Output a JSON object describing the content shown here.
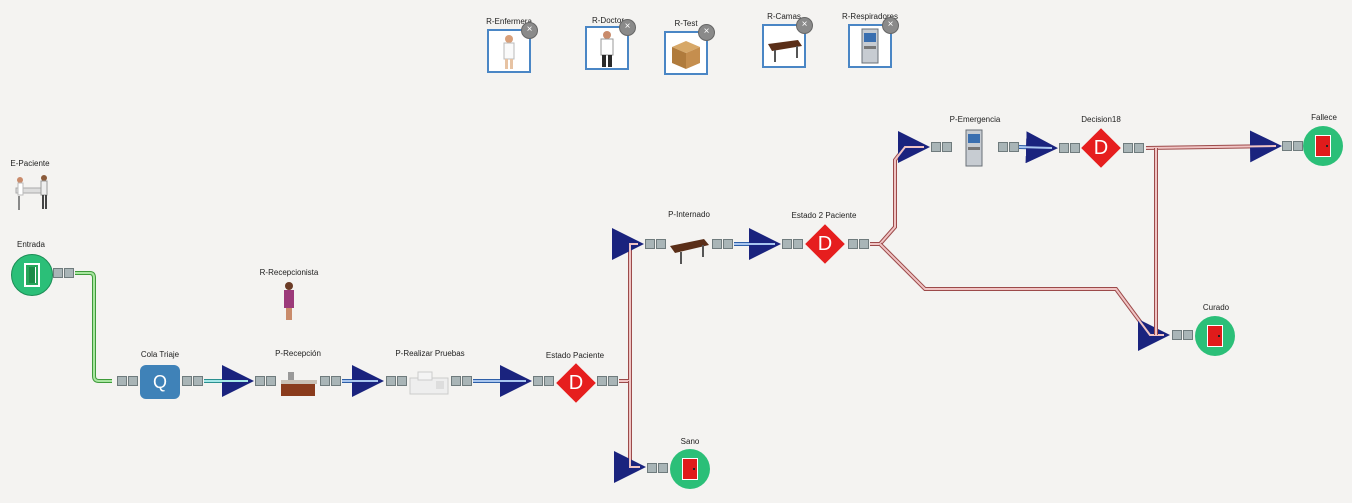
{
  "resources": {
    "enfermera": {
      "label": "R-Enfermera",
      "icon": "nurse-icon"
    },
    "doctor": {
      "label": "R-Doctor",
      "icon": "doctor-icon"
    },
    "test": {
      "label": "R-Test",
      "icon": "box-icon"
    },
    "camas": {
      "label": "R-Camas",
      "icon": "bed-table-icon"
    },
    "respiradores": {
      "label": "R-Respiradores",
      "icon": "ventilator-icon"
    }
  },
  "nodes": {
    "e_paciente": {
      "label": "E-Paciente",
      "icon": "patients-icon"
    },
    "entrada": {
      "label": "Entrada",
      "icon": "door-icon"
    },
    "r_recepcionista": {
      "label": "R-Recepcionista",
      "icon": "receptionist-icon"
    },
    "cola_triaje": {
      "label": "Cola Triaje",
      "letter": "Q"
    },
    "p_recepcion": {
      "label": "P-Recepción",
      "icon": "desk-icon"
    },
    "p_realizar_pruebas": {
      "label": "P-Realizar Pruebas",
      "icon": "lab-icon"
    },
    "estado_paciente": {
      "label": "Estado Paciente",
      "letter": "D"
    },
    "sano": {
      "label": "Sano",
      "icon": "door-icon"
    },
    "p_internado": {
      "label": "P-Internado",
      "icon": "bed-table-icon"
    },
    "estado2_paciente": {
      "label": "Estado 2 Paciente",
      "letter": "D"
    },
    "p_emergencia": {
      "label": "P-Emergencia",
      "icon": "ventilator-icon"
    },
    "decision18": {
      "label": "Decision18",
      "letter": "D"
    },
    "fallece": {
      "label": "Fallece",
      "icon": "door-icon"
    },
    "curado": {
      "label": "Curado",
      "icon": "door-icon"
    }
  },
  "colors": {
    "entity_link": "#5cc24e",
    "process_link": "#3d77c7",
    "decision_link": "#c97c7c",
    "exit_circle": "#2bbf78",
    "decision_diamond": "#e61e1e",
    "queue_box": "#3f82b8",
    "resource_border": "#4a86c5"
  },
  "remove_symbol": "×"
}
